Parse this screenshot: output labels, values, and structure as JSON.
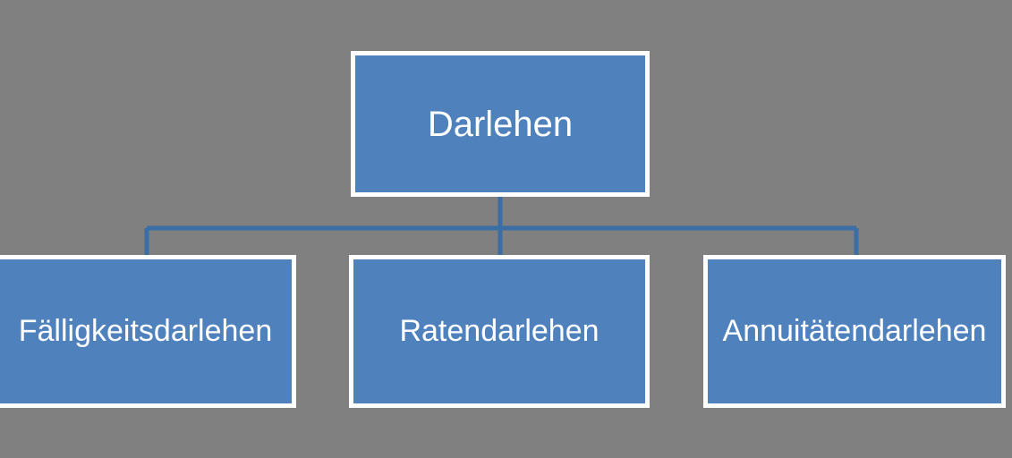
{
  "diagram": {
    "title": "Darlehen",
    "type": "organizational-hierarchy",
    "background_color": "#808080",
    "node_fill_color": "#4F81BD",
    "node_border_color": "#FFFFFF",
    "node_text_color": "#FFFFFF",
    "connector_color": "#3A6EA5",
    "root": {
      "label": "Darlehen"
    },
    "children": [
      {
        "label": "Fälligkeitsdarlehen"
      },
      {
        "label": "Ratendarlehen"
      },
      {
        "label": "Annuitätendarlehen"
      }
    ]
  }
}
